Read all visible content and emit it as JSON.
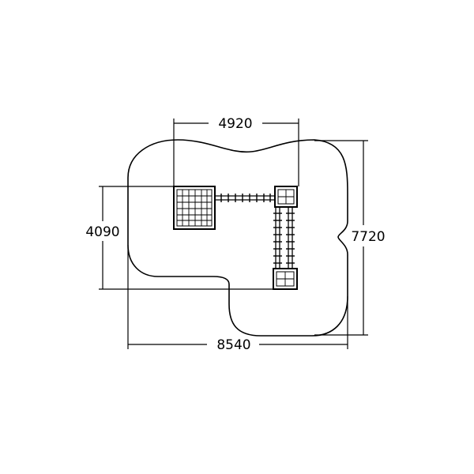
{
  "dimensions": {
    "top_width": "4920",
    "left_height": "4090",
    "right_height": "7720",
    "bottom_width": "8540"
  },
  "colors": {
    "line": "#000000",
    "background": "#ffffff"
  }
}
